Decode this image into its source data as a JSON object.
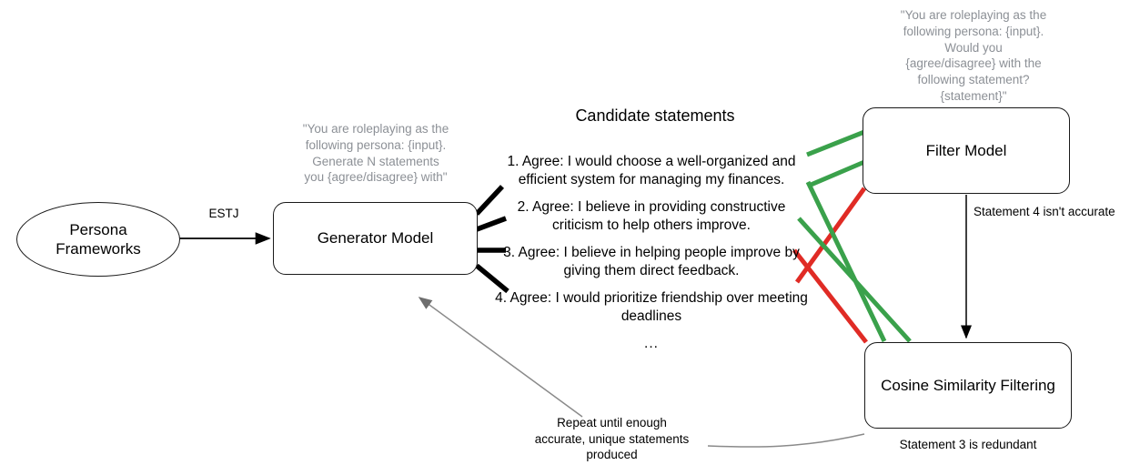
{
  "diagram": {
    "title": "Persona statement generation and filtering pipeline",
    "colors": {
      "accept": "#3aa14b",
      "reject": "#e02b25",
      "note_text": "#8c9096",
      "stroke": "#1a1a1a",
      "gray_arrow": "#808080"
    }
  },
  "nodes": {
    "persona_frameworks": {
      "label": "Persona\nFrameworks",
      "shape": "ellipse"
    },
    "generator_model": {
      "label": "Generator Model",
      "shape": "rounded-rect"
    },
    "filter_model": {
      "label": "Filter Model",
      "shape": "rounded-rect"
    },
    "cosine_filtering": {
      "label": "Cosine Similarity Filtering",
      "shape": "rounded-rect"
    }
  },
  "notes": {
    "generator_prompt": "\"You are roleplaying as the\nfollowing persona: {input}.\nGenerate N statements\nyou {agree/disagree} with\"",
    "filter_prompt": "\"You are roleplaying as the\nfollowing persona: {input}.\nWould you\n{agree/disagree} with the\nfollowing statement?\n{statement}\""
  },
  "edges": {
    "persona_to_generator": "ESTJ",
    "filter_to_cosine": "Statement 4 isn't accurate",
    "cosine_caption": "Statement 3 is redundant",
    "loop_back": "Repeat until enough\naccurate, unique statements\nproduced"
  },
  "candidates": {
    "heading": "Candidate statements",
    "items": [
      "1. Agree: I would choose a well-organized and efficient system for managing my finances.",
      "2. Agree: I believe in providing constructive criticism to help others improve.",
      "3. Agree: I believe in helping people improve by giving them direct feedback.",
      "4. Agree: I would prioritize friendship over meeting deadlines"
    ],
    "ellipsis": "..."
  }
}
